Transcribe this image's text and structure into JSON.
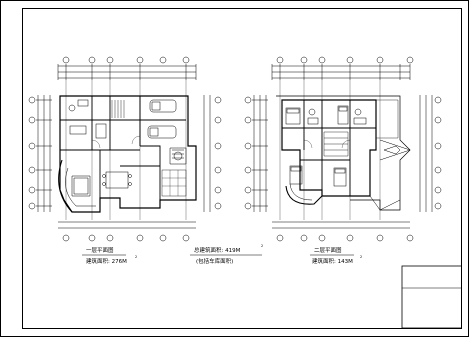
{
  "drawing": {
    "plan1": {
      "title": "一层平面图",
      "area": "建筑面积: 276M"
    },
    "plan2": {
      "title": "二层平面图",
      "area": "建筑面积: 143M"
    },
    "total": {
      "area": "总建筑面积: 419M",
      "note": "(包括车库面积)"
    },
    "sup": "2"
  }
}
